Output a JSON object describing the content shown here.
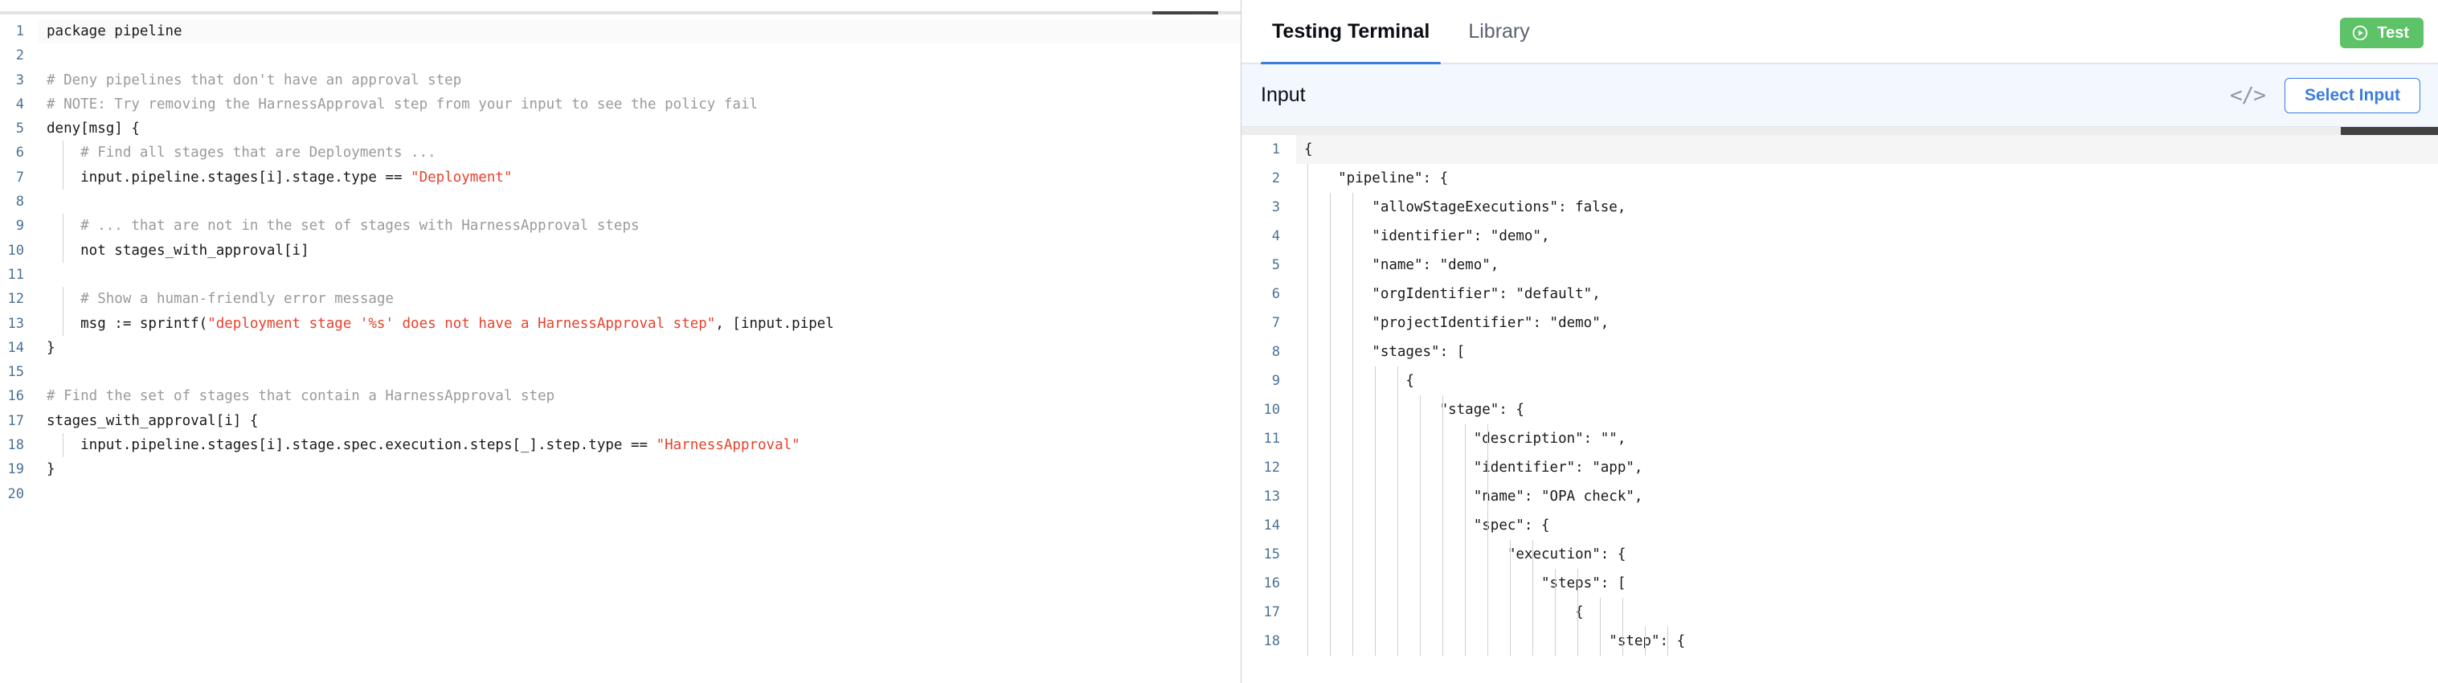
{
  "editor": {
    "language": "rego",
    "minimize_glyph": "—",
    "lines": [
      {
        "n": 1,
        "tokens": [
          {
            "t": "txt",
            "s": "package pipeline"
          }
        ],
        "guides": []
      },
      {
        "n": 2,
        "tokens": [],
        "guides": []
      },
      {
        "n": 3,
        "tokens": [
          {
            "t": "com",
            "s": "# Deny pipelines that don't have an approval step"
          }
        ],
        "guides": []
      },
      {
        "n": 4,
        "tokens": [
          {
            "t": "com",
            "s": "# NOTE: Try removing the HarnessApproval step from your input to see the policy fail"
          }
        ],
        "guides": []
      },
      {
        "n": 5,
        "tokens": [
          {
            "t": "txt",
            "s": "deny[msg] {"
          }
        ],
        "guides": []
      },
      {
        "n": 6,
        "tokens": [
          {
            "t": "com",
            "s": "    # Find all stages that are Deployments ..."
          }
        ],
        "guides": [
          30
        ]
      },
      {
        "n": 7,
        "tokens": [
          {
            "t": "txt",
            "s": "    input.pipeline.stages[i].stage.type == "
          },
          {
            "t": "str",
            "s": "\"Deployment\""
          }
        ],
        "guides": [
          30
        ]
      },
      {
        "n": 8,
        "tokens": [],
        "guides": [
          30
        ]
      },
      {
        "n": 9,
        "tokens": [
          {
            "t": "com",
            "s": "    # ... that are not in the set of stages with HarnessApproval steps"
          }
        ],
        "guides": [
          30
        ]
      },
      {
        "n": 10,
        "tokens": [
          {
            "t": "txt",
            "s": "    not stages_with_approval[i]"
          }
        ],
        "guides": [
          30
        ]
      },
      {
        "n": 11,
        "tokens": [],
        "guides": [
          30
        ]
      },
      {
        "n": 12,
        "tokens": [
          {
            "t": "com",
            "s": "    # Show a human-friendly error message"
          }
        ],
        "guides": [
          30
        ]
      },
      {
        "n": 13,
        "tokens": [
          {
            "t": "txt",
            "s": "    msg := sprintf("
          },
          {
            "t": "str",
            "s": "\"deployment stage '%s' does not have a HarnessApproval step\""
          },
          {
            "t": "txt",
            "s": ", [input.pipel"
          }
        ],
        "guides": [
          30
        ]
      },
      {
        "n": 14,
        "tokens": [
          {
            "t": "txt",
            "s": "}"
          }
        ],
        "guides": []
      },
      {
        "n": 15,
        "tokens": [],
        "guides": []
      },
      {
        "n": 16,
        "tokens": [
          {
            "t": "com",
            "s": "# Find the set of stages that contain a HarnessApproval step"
          }
        ],
        "guides": []
      },
      {
        "n": 17,
        "tokens": [
          {
            "t": "txt",
            "s": "stages_with_approval[i] {"
          }
        ],
        "guides": []
      },
      {
        "n": 18,
        "tokens": [
          {
            "t": "txt",
            "s": "    input.pipeline.stages[i].stage.spec.execution.steps[_].step.type == "
          },
          {
            "t": "str",
            "s": "\"HarnessApproval\""
          }
        ],
        "guides": [
          30
        ]
      },
      {
        "n": 19,
        "tokens": [
          {
            "t": "txt",
            "s": "}"
          }
        ],
        "guides": []
      },
      {
        "n": 20,
        "tokens": [],
        "guides": []
      }
    ]
  },
  "terminal": {
    "tabs": [
      {
        "id": "testing-terminal",
        "label": "Testing Terminal",
        "active": true
      },
      {
        "id": "library",
        "label": "Library",
        "active": false
      }
    ],
    "test_button": {
      "label": "Test",
      "icon": "play-circle-icon",
      "color": "#5ec268"
    },
    "input_bar": {
      "title": "Input",
      "code_icon": "</>",
      "select_input_label": "Select Input",
      "accent": "#3b7ddd",
      "background": "#f2f8fd"
    },
    "json_lines": [
      {
        "n": 1,
        "text": "{",
        "guides": []
      },
      {
        "n": 2,
        "text": "    \"pipeline\": {",
        "guides": [
          14
        ]
      },
      {
        "n": 3,
        "text": "        \"allowStageExecutions\": false,",
        "guides": [
          14,
          42,
          70
        ]
      },
      {
        "n": 4,
        "text": "        \"identifier\": \"demo\",",
        "guides": [
          14,
          42,
          70
        ]
      },
      {
        "n": 5,
        "text": "        \"name\": \"demo\",",
        "guides": [
          14,
          42,
          70
        ]
      },
      {
        "n": 6,
        "text": "        \"orgIdentifier\": \"default\",",
        "guides": [
          14,
          42,
          70
        ]
      },
      {
        "n": 7,
        "text": "        \"projectIdentifier\": \"demo\",",
        "guides": [
          14,
          42,
          70
        ]
      },
      {
        "n": 8,
        "text": "        \"stages\": [",
        "guides": [
          14,
          42,
          70
        ]
      },
      {
        "n": 9,
        "text": "            {",
        "guides": [
          14,
          42,
          70,
          98,
          126
        ]
      },
      {
        "n": 10,
        "text": "                \"stage\": {",
        "guides": [
          14,
          42,
          70,
          98,
          126,
          154,
          182
        ]
      },
      {
        "n": 11,
        "text": "                    \"description\": \"\",",
        "guides": [
          14,
          42,
          70,
          98,
          126,
          154,
          182,
          210,
          238
        ]
      },
      {
        "n": 12,
        "text": "                    \"identifier\": \"app\",",
        "guides": [
          14,
          42,
          70,
          98,
          126,
          154,
          182,
          210,
          238
        ]
      },
      {
        "n": 13,
        "text": "                    \"name\": \"OPA check\",",
        "guides": [
          14,
          42,
          70,
          98,
          126,
          154,
          182,
          210,
          238
        ]
      },
      {
        "n": 14,
        "text": "                    \"spec\": {",
        "guides": [
          14,
          42,
          70,
          98,
          126,
          154,
          182,
          210,
          238
        ]
      },
      {
        "n": 15,
        "text": "                        \"execution\": {",
        "guides": [
          14,
          42,
          70,
          98,
          126,
          154,
          182,
          210,
          238,
          266,
          294
        ]
      },
      {
        "n": 16,
        "text": "                            \"steps\": [",
        "guides": [
          14,
          42,
          70,
          98,
          126,
          154,
          182,
          210,
          238,
          266,
          294,
          322,
          350
        ]
      },
      {
        "n": 17,
        "text": "                                {",
        "guides": [
          14,
          42,
          70,
          98,
          126,
          154,
          182,
          210,
          238,
          266,
          294,
          322,
          350,
          378,
          406
        ]
      },
      {
        "n": 18,
        "text": "                                    \"step\": {",
        "guides": [
          14,
          42,
          70,
          98,
          126,
          154,
          182,
          210,
          238,
          266,
          294,
          322,
          350,
          378,
          406,
          434,
          462
        ]
      }
    ]
  }
}
